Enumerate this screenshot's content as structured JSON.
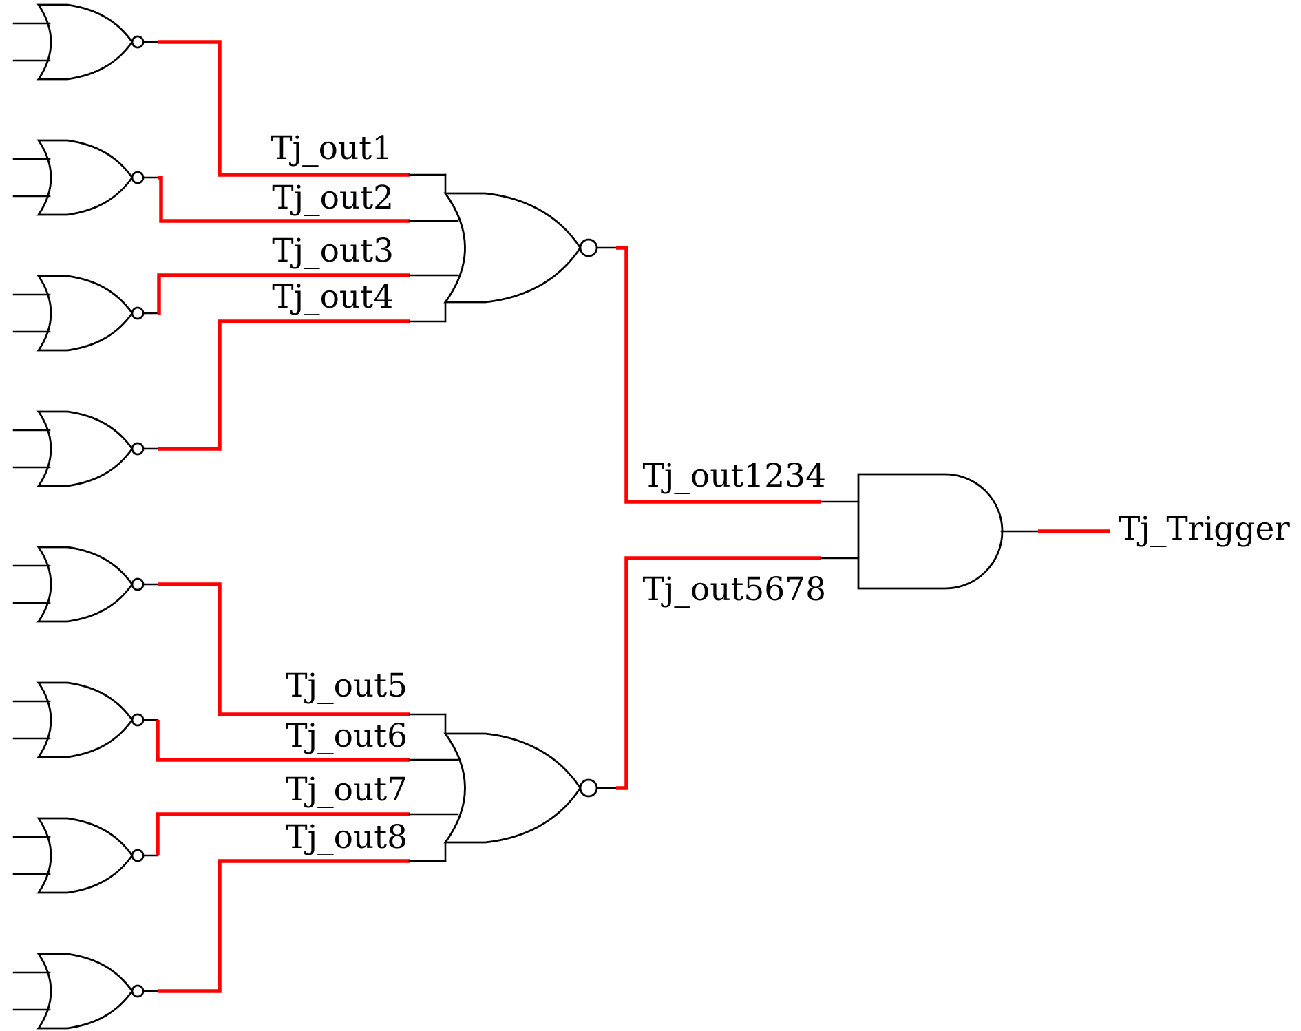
{
  "diagram": {
    "net_labels": {
      "out1": "Tj_out1",
      "out2": "Tj_out2",
      "out3": "Tj_out3",
      "out4": "Tj_out4",
      "out5": "Tj_out5",
      "out6": "Tj_out6",
      "out7": "Tj_out7",
      "out8": "Tj_out8",
      "out1234": "Tj_out1234",
      "out5678": "Tj_out5678",
      "trigger": "Tj_Trigger"
    },
    "colors": {
      "highlight_wire": "#ff0000",
      "gate_stroke": "#000000",
      "background": "#ffffff"
    }
  }
}
